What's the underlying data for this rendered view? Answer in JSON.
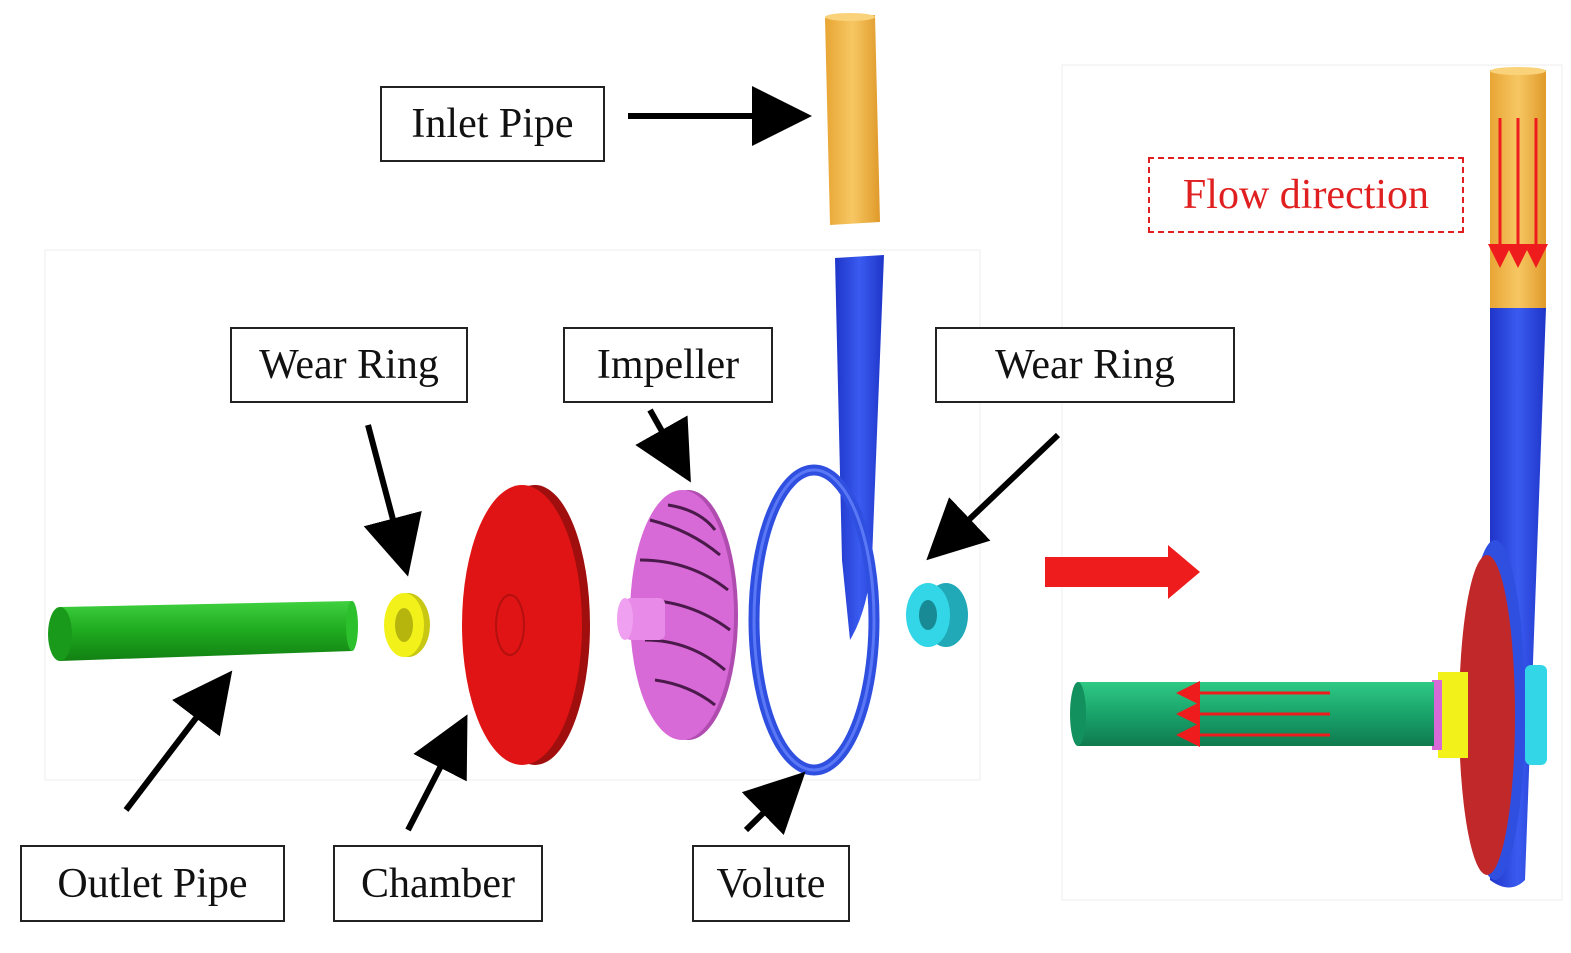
{
  "labels": {
    "inlet_pipe": "Inlet Pipe",
    "wear_ring_left": "Wear Ring",
    "impeller": "Impeller",
    "wear_ring_right": "Wear Ring",
    "outlet_pipe": "Outlet Pipe",
    "chamber": "Chamber",
    "volute": "Volute",
    "flow_direction": "Flow direction"
  },
  "colors": {
    "inlet_pipe": "#f5b94a",
    "volute": "#2f4fe0",
    "outlet_pipe": "#1faa1f",
    "wear_ring_left": "#f2f21a",
    "chamber": "#e01414",
    "impeller": "#d86ad8",
    "wear_ring_right": "#33d6e6",
    "flow_arrow": "#ee1c1c",
    "assembled_outlet": "#19a36b",
    "assembled_chamber": "#c0282a"
  }
}
